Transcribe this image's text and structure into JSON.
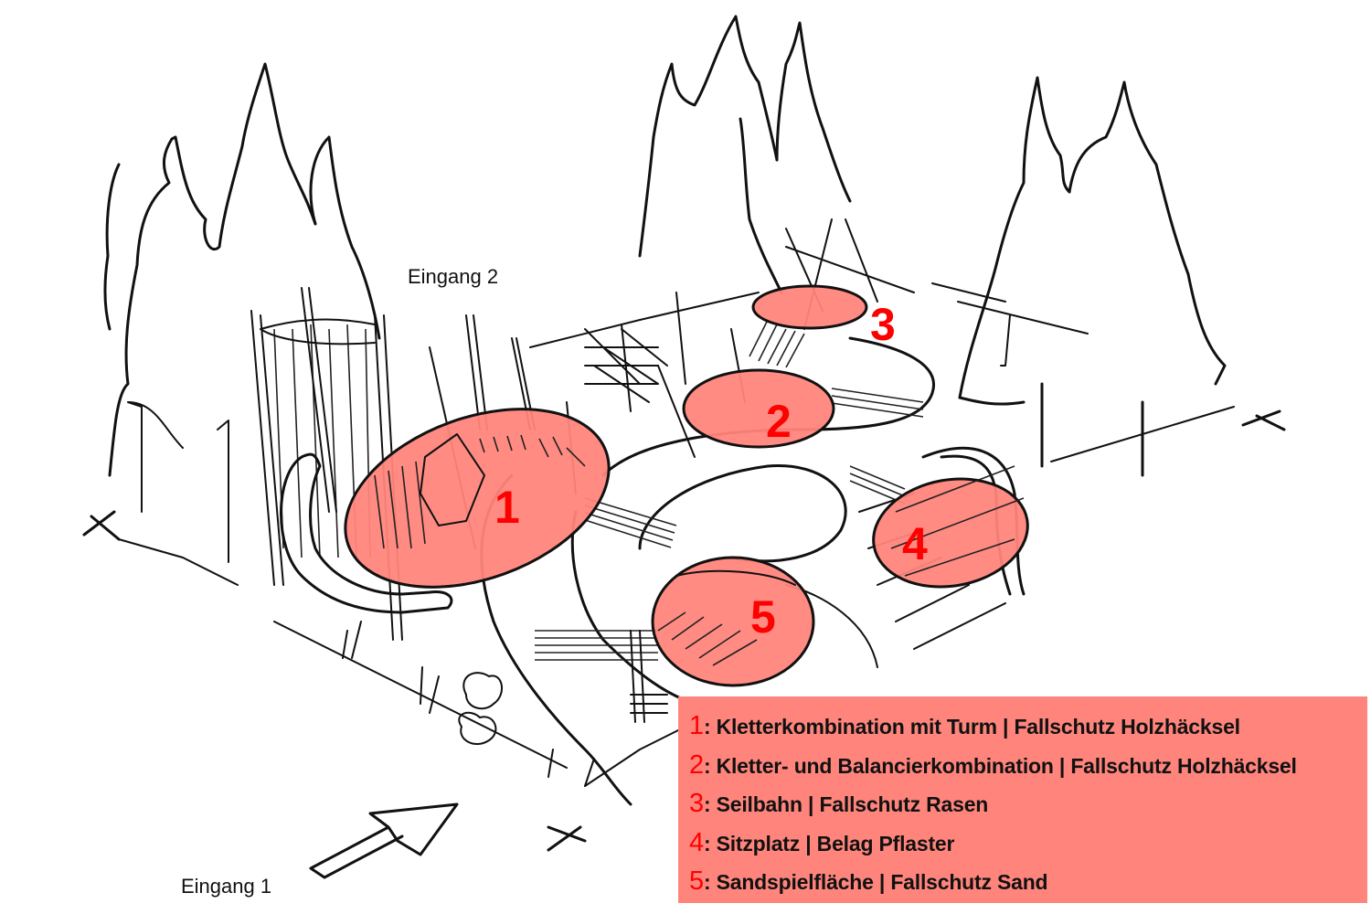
{
  "colors": {
    "zone_fill": "#ff857c",
    "number_red": "#ff0000",
    "legend_bg": "#ff857c",
    "ink": "#111111"
  },
  "labels": {
    "entrance_2": "Eingang 2",
    "entrance_1": "Eingang 1"
  },
  "zones": [
    {
      "id": "1",
      "number": "1"
    },
    {
      "id": "2",
      "number": "2"
    },
    {
      "id": "3",
      "number": "3"
    },
    {
      "id": "4",
      "number": "4"
    },
    {
      "id": "5",
      "number": "5"
    }
  ],
  "legend": {
    "items": [
      {
        "key": "1",
        "text": ": Kletterkombination mit Turm | Fallschutz Holzhäcksel"
      },
      {
        "key": "2",
        "text": ": Kletter- und Balancierkombination | Fallschutz Holzhäcksel"
      },
      {
        "key": "3",
        "text": ": Seilbahn | Fallschutz Rasen"
      },
      {
        "key": "4",
        "text": ": Sitzplatz | Belag Pflaster"
      },
      {
        "key": "5",
        "text": ": Sandspielfläche | Fallschutz Sand"
      }
    ]
  },
  "icons": {
    "entrance_arrow": "arrow-up-right-icon"
  }
}
